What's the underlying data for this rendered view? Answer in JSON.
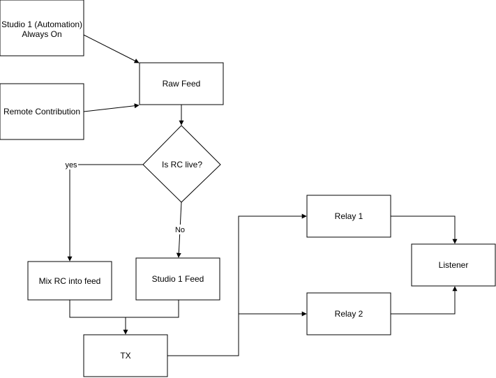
{
  "nodes": {
    "studio1": {
      "line1": "Studio 1 (Automation)",
      "line2": "Always On"
    },
    "remote": {
      "label": "Remote Contribution"
    },
    "raw": {
      "label": "Raw Feed"
    },
    "decision": {
      "label": "Is RC live?"
    },
    "mix": {
      "label": "Mix RC into feed"
    },
    "studio_feed": {
      "label": "Studio 1 Feed"
    },
    "tx": {
      "label": "TX"
    },
    "relay1": {
      "label": "Relay 1"
    },
    "relay2": {
      "label": "Relay 2"
    },
    "listener": {
      "label": "Listener"
    }
  },
  "edge_labels": {
    "yes": "yes",
    "no": "No"
  },
  "colors": {
    "stroke": "#000000",
    "fill": "#ffffff"
  }
}
